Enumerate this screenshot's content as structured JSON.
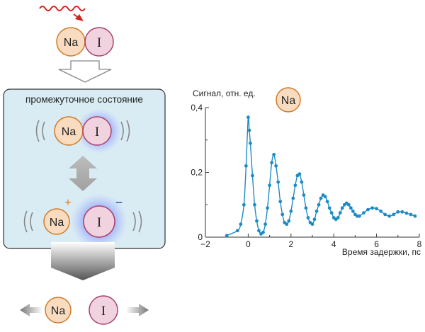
{
  "atoms": {
    "na": "Na",
    "i": "I"
  },
  "panel": {
    "title": "промежуточное состояние"
  },
  "charges": {
    "plus": "+",
    "minus": "−"
  },
  "colors": {
    "na_fill": "#f9dcc0",
    "na_stroke": "#d07a2a",
    "i_fill": "#f0d3de",
    "i_stroke": "#a8426e",
    "panel_fill": "#d9ecf4",
    "panel_stroke": "#333333",
    "glow": "#4a5cff",
    "laser": "#d62020",
    "plus": "#e07a10",
    "minus": "#1a3a9c",
    "series": "#1d8cc4"
  },
  "icons": {
    "laser": "wavy-laser-arrow-icon",
    "down": "hollow-down-arrow-icon",
    "updown": "double-vertical-arrow-icon",
    "funnel": "gradient-funnel-arrow-icon",
    "left": "left-arrow-icon",
    "right": "right-arrow-icon"
  },
  "chart_data": {
    "type": "scatter",
    "ylabel": "Сигнал, отн. ед.",
    "xlabel": "Время задержки, пс",
    "xlim": [
      -2,
      8
    ],
    "ylim": [
      0,
      0.4
    ],
    "xticks": [
      -2,
      0,
      2,
      4,
      6,
      8
    ],
    "xtick_labels": [
      "−2",
      "0",
      "2",
      "4",
      "6",
      "8"
    ],
    "yticks": [
      0,
      0.2,
      0.4
    ],
    "ytick_labels": [
      "0",
      "0,2",
      "0,4"
    ],
    "grid": false,
    "annotation": "Na",
    "series": [
      {
        "points": [
          [
            -1.0,
            0.005
          ],
          [
            -0.5,
            0.02
          ],
          [
            -0.35,
            0.04
          ],
          [
            -0.2,
            0.1
          ],
          [
            -0.1,
            0.22
          ],
          [
            0.0,
            0.37
          ],
          [
            0.05,
            0.33
          ],
          [
            0.1,
            0.29
          ],
          [
            0.2,
            0.19
          ],
          [
            0.3,
            0.1
          ],
          [
            0.4,
            0.05
          ],
          [
            0.5,
            0.02
          ],
          [
            0.6,
            0.01
          ],
          [
            0.7,
            0.015
          ],
          [
            0.8,
            0.04
          ],
          [
            0.9,
            0.09
          ],
          [
            1.0,
            0.16
          ],
          [
            1.1,
            0.23
          ],
          [
            1.2,
            0.255
          ],
          [
            1.3,
            0.22
          ],
          [
            1.4,
            0.17
          ],
          [
            1.5,
            0.11
          ],
          [
            1.6,
            0.07
          ],
          [
            1.7,
            0.045
          ],
          [
            1.8,
            0.04
          ],
          [
            1.9,
            0.05
          ],
          [
            2.0,
            0.08
          ],
          [
            2.1,
            0.12
          ],
          [
            2.2,
            0.16
          ],
          [
            2.3,
            0.19
          ],
          [
            2.4,
            0.195
          ],
          [
            2.5,
            0.17
          ],
          [
            2.6,
            0.13
          ],
          [
            2.7,
            0.09
          ],
          [
            2.8,
            0.06
          ],
          [
            2.9,
            0.045
          ],
          [
            3.0,
            0.04
          ],
          [
            3.1,
            0.055
          ],
          [
            3.2,
            0.08
          ],
          [
            3.3,
            0.1
          ],
          [
            3.4,
            0.12
          ],
          [
            3.5,
            0.13
          ],
          [
            3.6,
            0.125
          ],
          [
            3.7,
            0.11
          ],
          [
            3.8,
            0.09
          ],
          [
            3.9,
            0.075
          ],
          [
            4.0,
            0.06
          ],
          [
            4.1,
            0.055
          ],
          [
            4.2,
            0.06
          ],
          [
            4.3,
            0.075
          ],
          [
            4.4,
            0.09
          ],
          [
            4.5,
            0.1
          ],
          [
            4.6,
            0.105
          ],
          [
            4.7,
            0.1
          ],
          [
            4.8,
            0.09
          ],
          [
            4.9,
            0.08
          ],
          [
            5.0,
            0.07
          ],
          [
            5.1,
            0.065
          ],
          [
            5.2,
            0.065
          ],
          [
            5.4,
            0.075
          ],
          [
            5.6,
            0.085
          ],
          [
            5.8,
            0.09
          ],
          [
            6.0,
            0.088
          ],
          [
            6.2,
            0.08
          ],
          [
            6.4,
            0.07
          ],
          [
            6.6,
            0.065
          ],
          [
            6.8,
            0.07
          ],
          [
            7.0,
            0.078
          ],
          [
            7.2,
            0.078
          ],
          [
            7.4,
            0.074
          ],
          [
            7.6,
            0.07
          ],
          [
            7.8,
            0.065
          ]
        ]
      }
    ]
  }
}
